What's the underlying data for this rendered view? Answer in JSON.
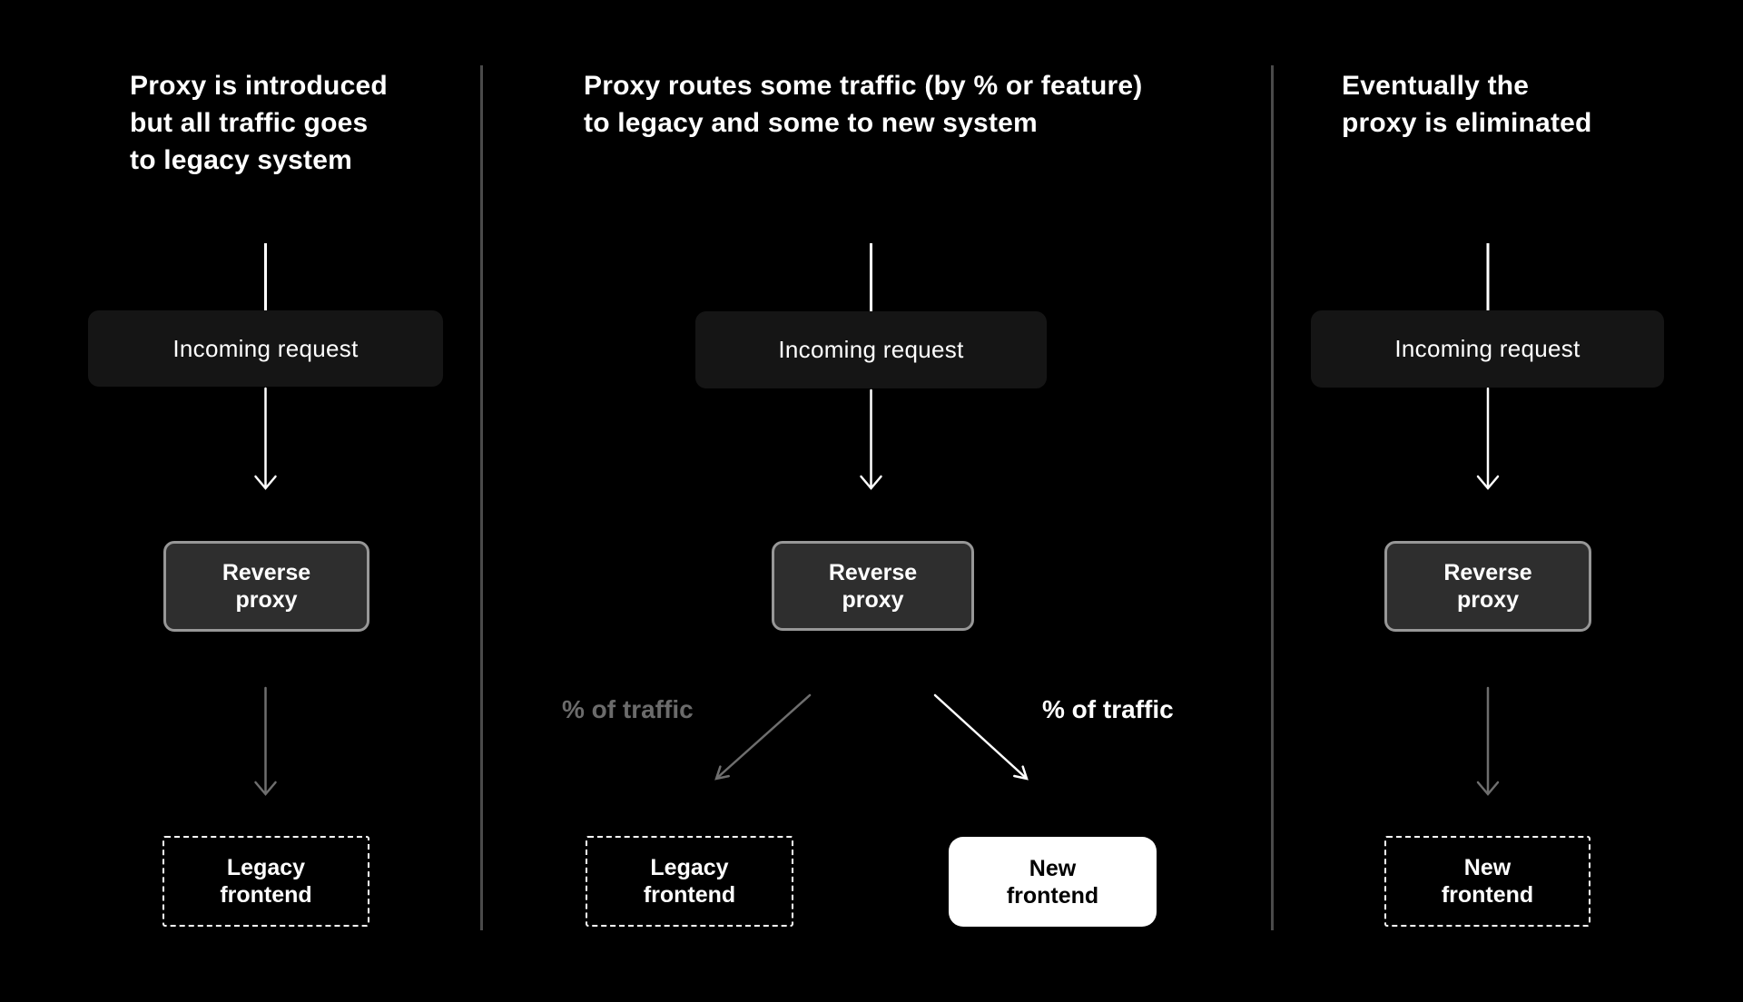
{
  "colors": {
    "background": "#000000",
    "divider": "#4a4a4a",
    "arrow_white": "#ffffff",
    "arrow_gray": "#6e6e6e",
    "traffic_label_gray": "#6b6b6b",
    "traffic_label_white": "#ffffff",
    "incoming_box_fill": "#151515",
    "proxy_box_fill": "#2e2e2e",
    "proxy_box_border": "#979797",
    "dashed_box_border": "#ffffff",
    "new_frontend_fill": "#ffffff",
    "new_frontend_text": "#000000",
    "text": "#ffffff"
  },
  "panels": [
    {
      "title": "Proxy is introduced\nbut all traffic goes\nto legacy system",
      "incoming_label": "Incoming request",
      "proxy_label": "Reverse\nproxy",
      "bottom_label": "Legacy\nfrontend"
    },
    {
      "title": "Proxy routes some traffic (by % or feature)\nto legacy and some to new system",
      "incoming_label": "Incoming request",
      "proxy_label": "Reverse\nproxy",
      "legacy_label": "Legacy\nfrontend",
      "new_label": "New\nfrontend",
      "left_traffic_label": "% of traffic",
      "right_traffic_label": "% of traffic"
    },
    {
      "title": "Eventually the\nproxy is eliminated",
      "incoming_label": "Incoming request",
      "proxy_label": "Reverse\nproxy",
      "bottom_label": "New\nfrontend"
    }
  ]
}
